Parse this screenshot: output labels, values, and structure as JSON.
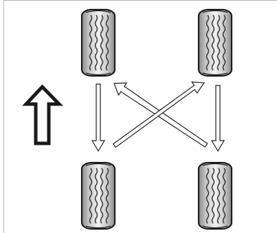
{
  "diagram": {
    "kind": "tire-rotation-pattern",
    "pattern": "rearward-cross",
    "direction_indicator": "forward-arrow",
    "tires": [
      {
        "position": "front-left"
      },
      {
        "position": "front-right"
      },
      {
        "position": "rear-left"
      },
      {
        "position": "rear-right"
      }
    ],
    "moves": [
      {
        "from": "front-left",
        "to": "rear-left"
      },
      {
        "from": "front-right",
        "to": "rear-right"
      },
      {
        "from": "rear-left",
        "to": "front-right"
      },
      {
        "from": "rear-right",
        "to": "front-left"
      }
    ],
    "colors": {
      "tire_fill": "#c8c8c8",
      "tire_shade": "#8a8a8a",
      "tread": "#3a3a3a",
      "arrow_fill": "#ffffff",
      "outline": "#1a1a1a",
      "border": "#b0b0b0"
    }
  }
}
